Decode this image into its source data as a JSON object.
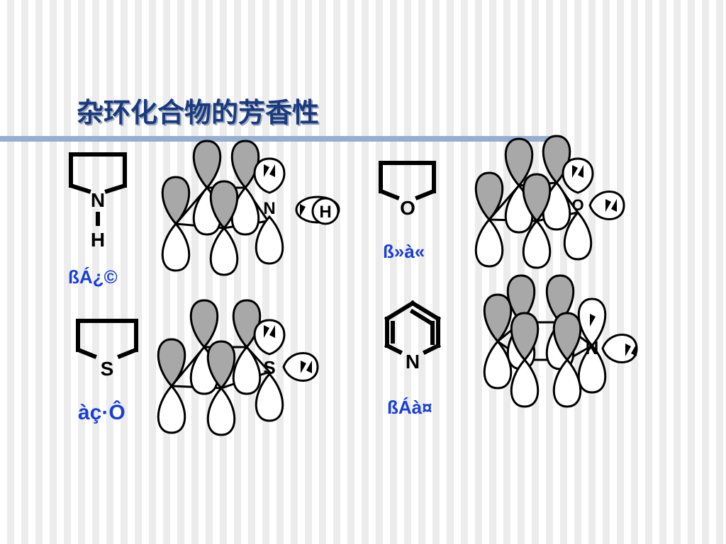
{
  "title": "杂环化合物的芳香性",
  "molecules": [
    {
      "id": "pyrrole",
      "heteroatom": "N",
      "substituent": "H",
      "name": "ßÁ¿©"
    },
    {
      "id": "furan",
      "heteroatom": "O",
      "name": "ß»à«"
    },
    {
      "id": "thiophene",
      "heteroatom": "S",
      "name": "àç·Ô"
    },
    {
      "id": "pyridine",
      "heteroatom": "N",
      "name": "ßÁà¤"
    }
  ],
  "colors": {
    "title": "#1a3a7c",
    "label": "#1a3fd6",
    "shaded_lobe": "#a8a8a8",
    "rule": "#97aed0"
  }
}
